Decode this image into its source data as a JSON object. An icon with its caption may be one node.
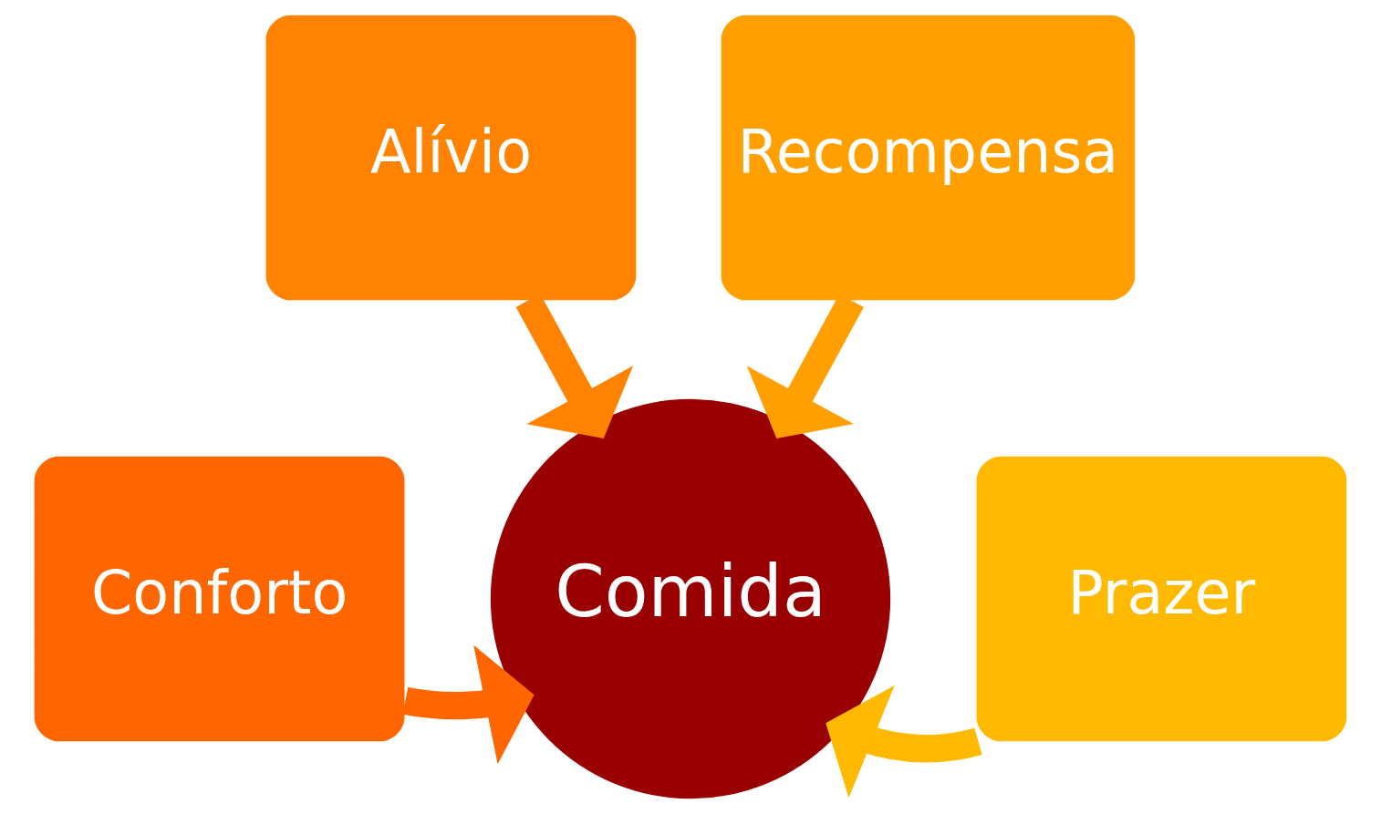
{
  "diagram": {
    "nodes": [
      {
        "text": [
          "Alívio"
        ]
      },
      {
        "text": [
          "Recompensa"
        ]
      },
      {
        "text": [
          "Conforto"
        ]
      },
      {
        "text": [
          "Comida"
        ]
      },
      {
        "text": [
          "Prazer"
        ]
      }
    ],
    "edges": [
      {
        "from": 0,
        "to": 3,
        "arrow": "to",
        "color": "#ff8300"
      },
      {
        "from": 1,
        "to": 3,
        "arrow": "to",
        "color": "#ffa000"
      },
      {
        "from": 2,
        "to": 3,
        "arrow": "to",
        "color": "#ff6600"
      },
      {
        "from": 4,
        "to": 3,
        "arrow": "to",
        "color": "#ffb900"
      }
    ]
  }
}
